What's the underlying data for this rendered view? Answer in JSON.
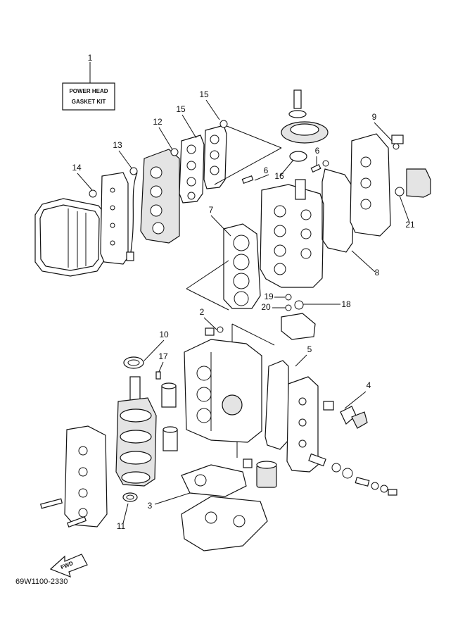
{
  "kit_label": {
    "line1": "POWER HEAD",
    "line2": "GASKET KIT"
  },
  "callouts": [
    "1",
    "2",
    "3",
    "4",
    "5",
    "6",
    "6",
    "7",
    "8",
    "9",
    "10",
    "11",
    "12",
    "13",
    "14",
    "15",
    "15",
    "16",
    "17",
    "18",
    "19",
    "20",
    "21"
  ],
  "fwd_label": "FWD",
  "diagram_number": "69W1100-2330"
}
